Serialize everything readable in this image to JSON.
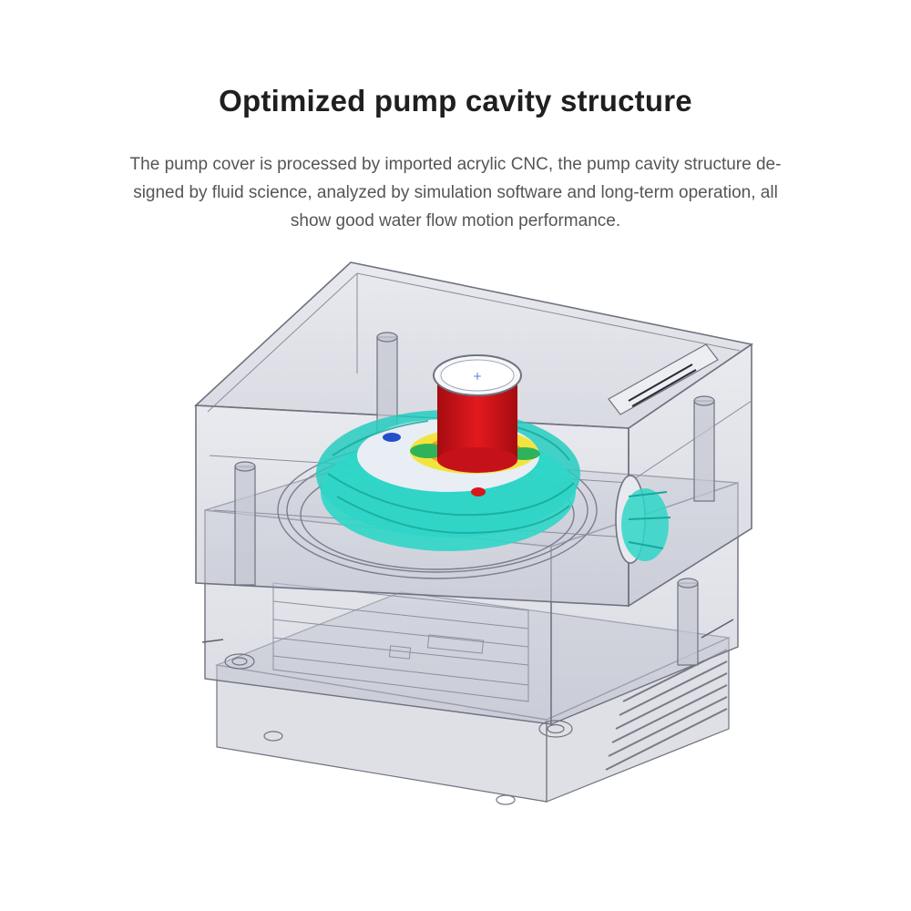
{
  "heading": "Optimized pump cavity structure",
  "description_lines": [
    "The pump cover is processed by imported acrylic CNC, the pump cavity structure de-",
    "signed by fluid science, analyzed by simulation software and long-term operation, all",
    "show good water flow motion performance."
  ],
  "colors": {
    "housing": "#c9ccd6",
    "housing_edge": "#6f7280",
    "flow_cyan": "#2fd6c8",
    "flow_red": "#d9161b",
    "flow_yellow": "#f4e21c",
    "flow_green": "#2fb35a",
    "flow_blue": "#2350c8"
  }
}
